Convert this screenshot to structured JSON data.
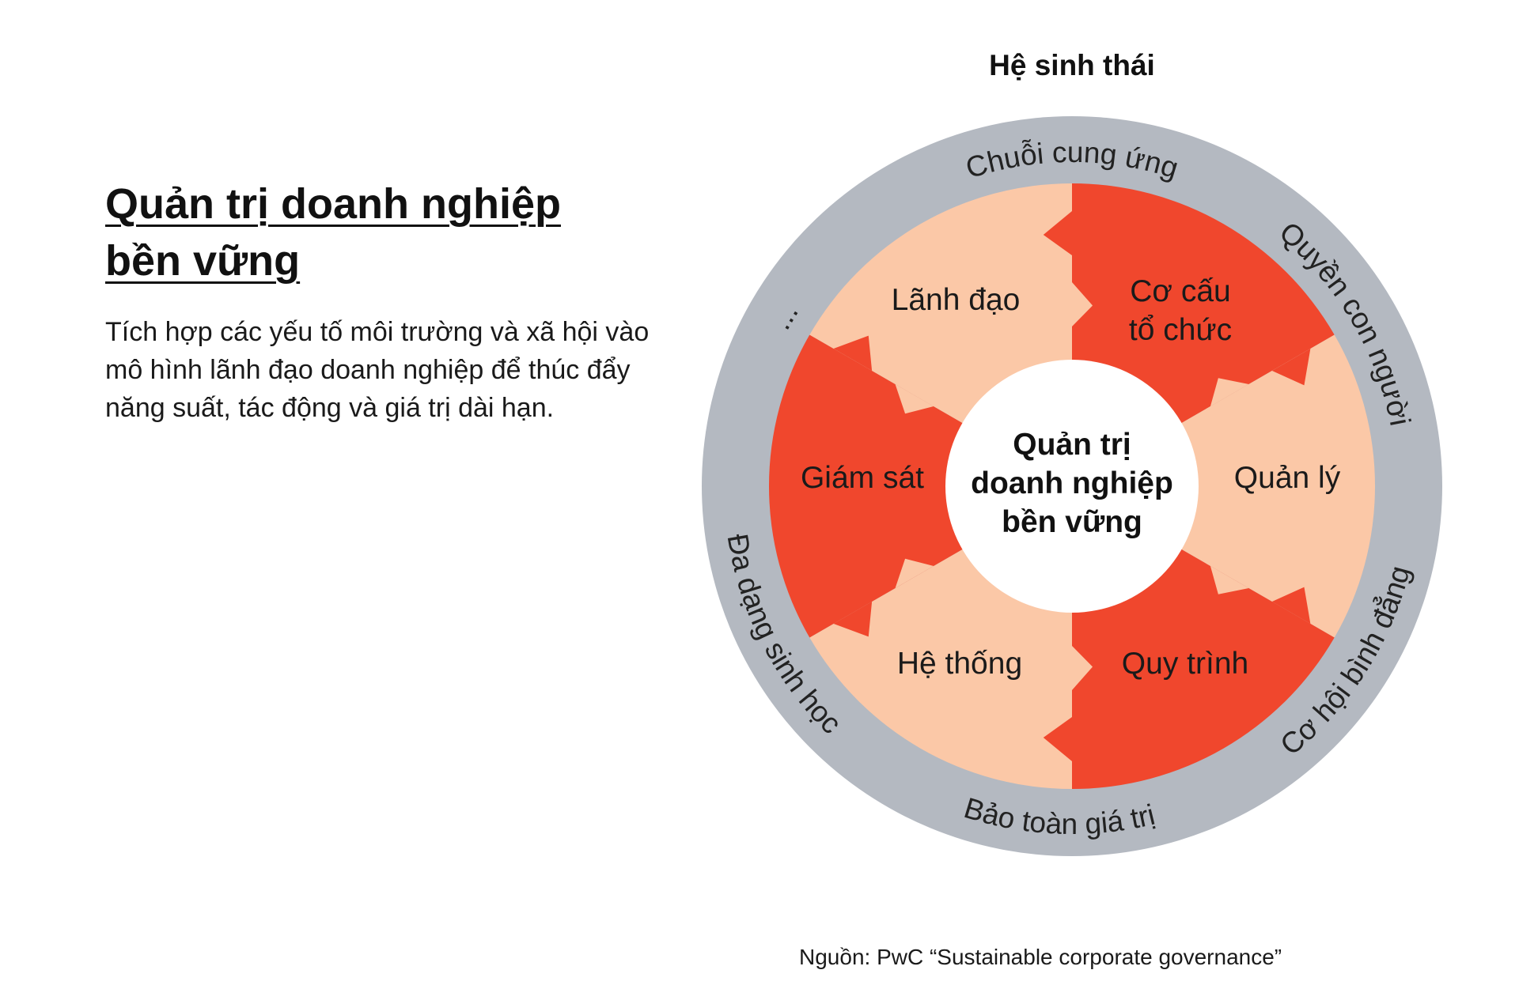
{
  "heading": {
    "line1": "Quản trị doanh nghiệp",
    "line2": "bền vững"
  },
  "description": "Tích hợp các yếu tố môi trường và xã hội vào mô hình lãnh đạo doanh nghiệp để thúc đẩy năng suất, tác động và giá trị dài hạn.",
  "diagram": {
    "title": "Hệ sinh thái",
    "center": {
      "line1": "Quản trị",
      "line2": "doanh nghiệp",
      "line3": "bền vững"
    },
    "segments": {
      "lanh_dao": "Lãnh đạo",
      "co_cau_1": "Cơ cấu",
      "co_cau_2": "tổ chức",
      "quan_ly": "Quản lý",
      "quy_trinh": "Quy trình",
      "he_thong": "Hệ thống",
      "giam_sat": "Giám sát"
    },
    "ring": {
      "chuoi": "Chuỗi cung ứng",
      "quyen": "Quyền con người",
      "co_hoi": "Cơ hội bình đẳng",
      "bao_toan": "Bảo toàn giá trị",
      "da_dang": "Đa dạng sinh học",
      "more": "..."
    },
    "colors": {
      "dark": "#f0472d",
      "light": "#fbc8a7",
      "ring": "#b4b9c1",
      "center": "#ffffff"
    }
  },
  "source": "Nguồn: PwC “Sustainable corporate governance”"
}
